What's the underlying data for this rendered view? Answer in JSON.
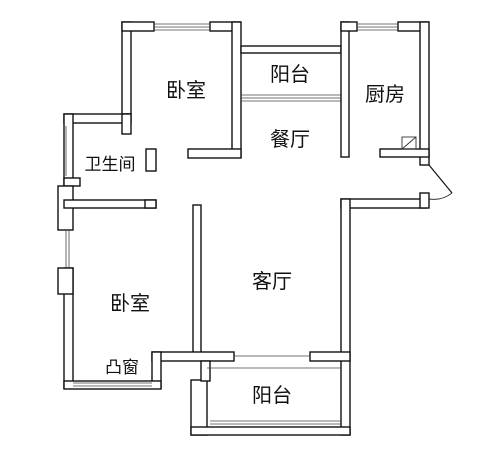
{
  "rooms": {
    "bedroom_top": "卧室",
    "balcony_top": "阳台",
    "kitchen": "厨房",
    "dining": "餐厅",
    "bathroom": "卫生间",
    "living": "客厅",
    "bedroom_bottom": "卧室",
    "bay_window": "凸窗",
    "balcony_bottom": "阳台"
  }
}
